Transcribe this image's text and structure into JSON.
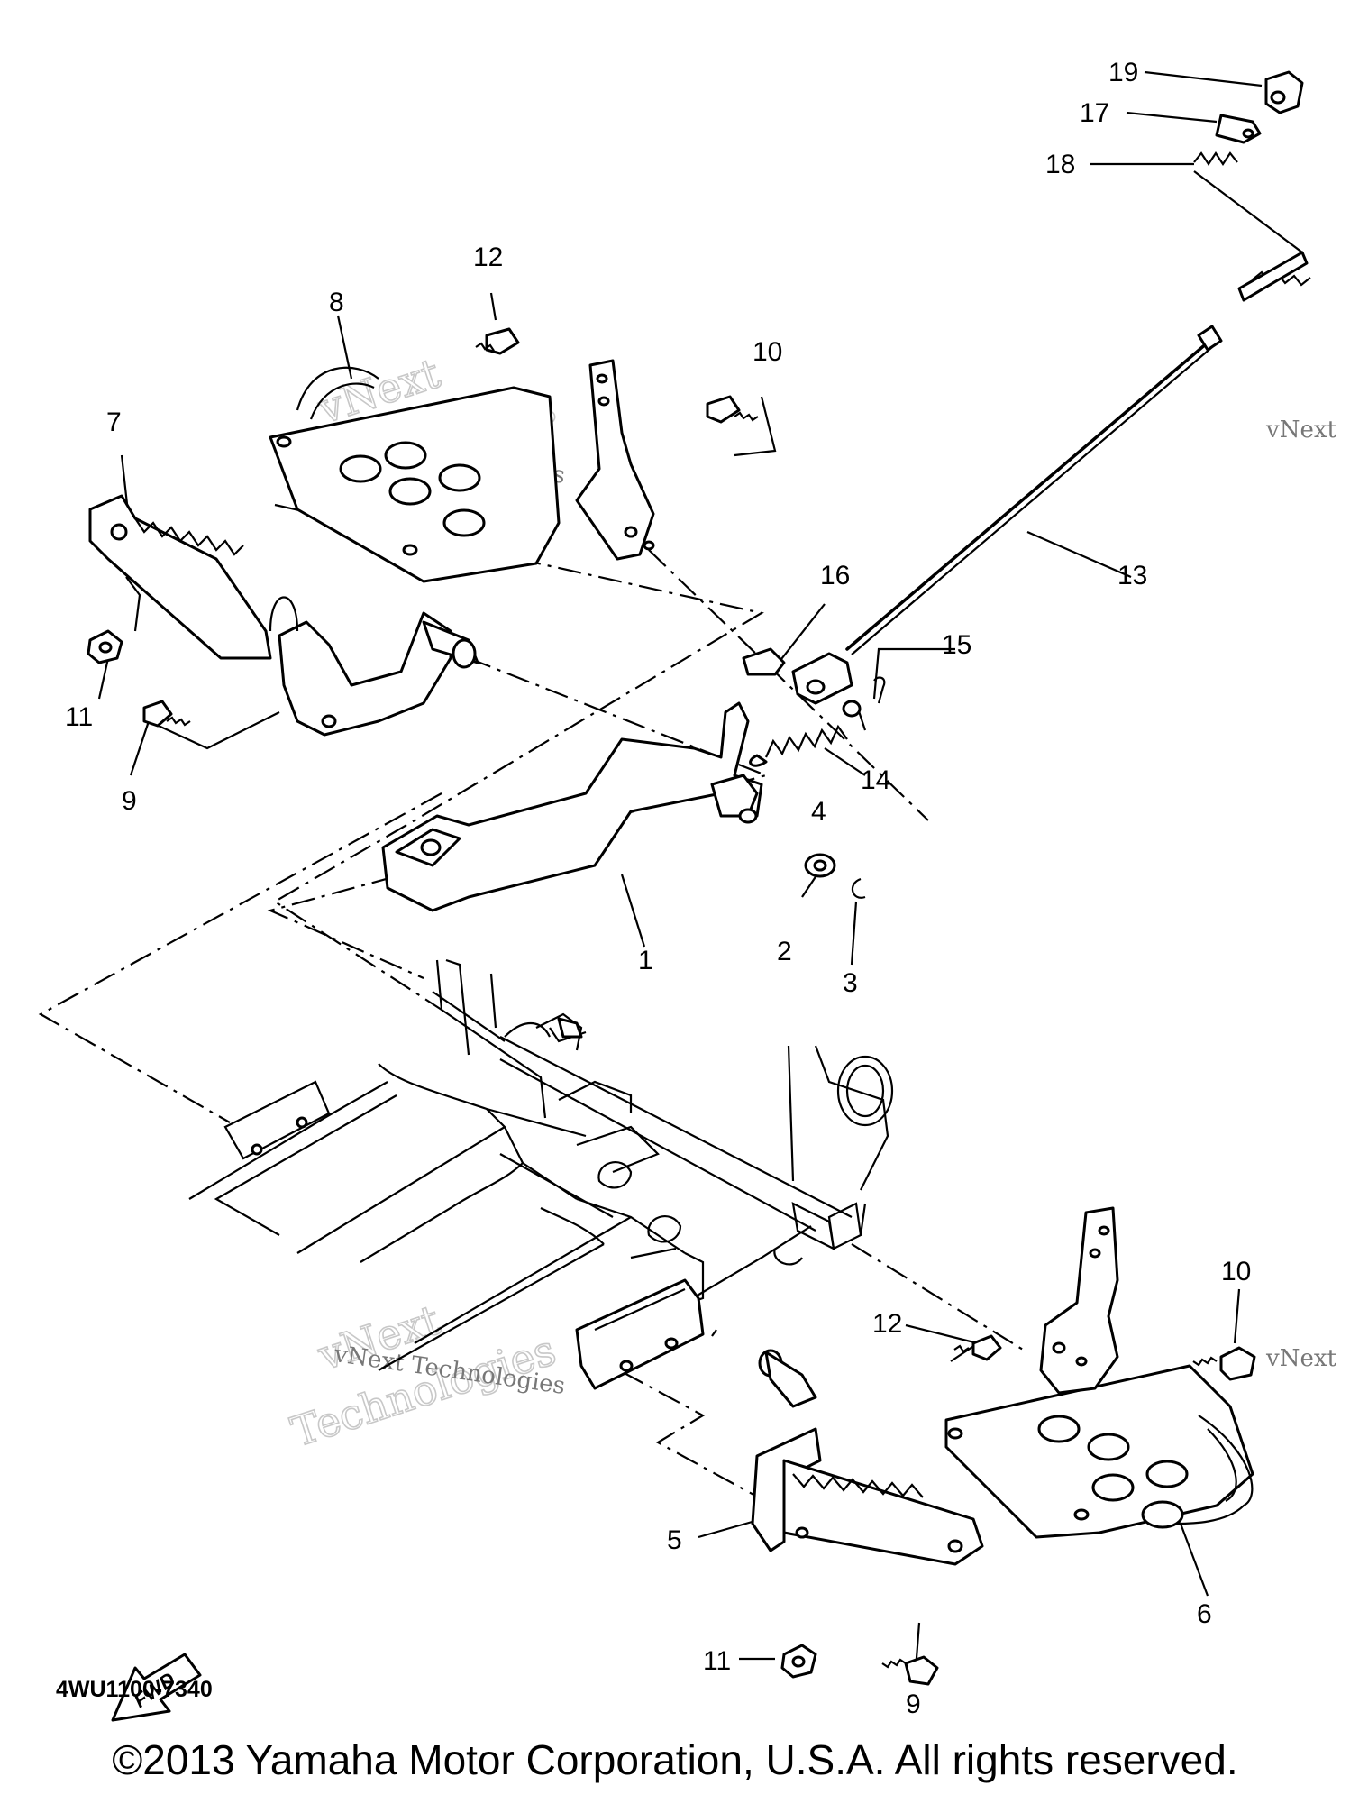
{
  "diagram_code": "4WU1100-7340",
  "copyright": "©2013 Yamaha Motor Corporation, U.S.A. All rights reserved.",
  "fwd_label": "FWD",
  "watermark": {
    "line1": "vNext",
    "line2": "Technologies",
    "small": "vNext Technologies",
    "small_cut": "vNext"
  },
  "callouts": {
    "p1": "1",
    "p2": "2",
    "p3": "3",
    "p4": "4",
    "p5": "5",
    "p6": "6",
    "p7": "7",
    "p8": "8",
    "p9_top": "9",
    "p9_bottom": "9",
    "p10_top": "10",
    "p10_bottom": "10",
    "p11_top": "11",
    "p11_bottom": "11",
    "p12_top": "12",
    "p12_bottom": "12",
    "p13": "13",
    "p14": "14",
    "p15": "15",
    "p16": "16",
    "p17": "17",
    "p18": "18",
    "p19": "19"
  }
}
